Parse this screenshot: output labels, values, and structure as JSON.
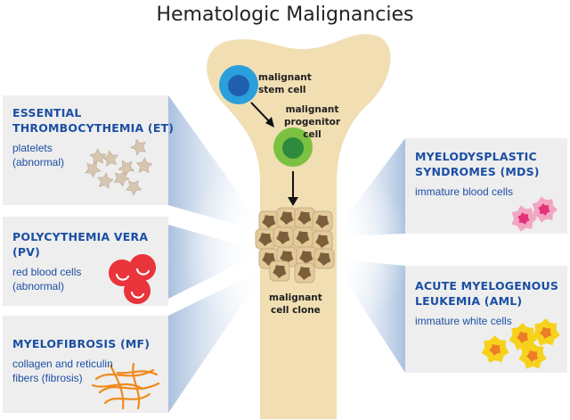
{
  "title": "Hematologic Malignancies",
  "bone_labels": {
    "stem_cell": "malignant\nstem cell",
    "progenitor_cell": "malignant\nprogenitor\ncell",
    "cell_clone": "malignant\ncell clone"
  },
  "panels": {
    "et": {
      "title": "ESSENTIAL\nTHROMBOCYTHEMIA (ET)",
      "desc": "platelets\n(abnormal)",
      "icon": "platelets-icon"
    },
    "pv": {
      "title": "POLYCYTHEMIA VERA\n(PV)",
      "desc": "red blood cells\n(abnormal)",
      "icon": "red-blood-cells-icon"
    },
    "mf": {
      "title": "MYELOFIBROSIS (MF)",
      "desc": "collagen and reticulin\nfibers (fibrosis)",
      "icon": "fibers-icon"
    },
    "mds": {
      "title": "MYELODYSPLASTIC\nSYNDROMES (MDS)",
      "desc": "immature blood cells",
      "icon": "immature-blood-cells-icon"
    },
    "aml": {
      "title": "ACUTE MYELOGENOUS\nLEUKEMIA (AML)",
      "desc": "immature white cells",
      "icon": "immature-white-cells-icon"
    }
  },
  "colors": {
    "title_text": "#1b4fa3",
    "panel_bg": "#eeeeee",
    "bone": "#f1dfb3",
    "ray": "#b9cde4",
    "stem_outer": "#2a9fdb",
    "stem_inner": "#1f5fae",
    "progenitor_outer": "#7cc242",
    "progenitor_inner": "#2e8a3e",
    "clone": "#b59c78",
    "platelet": "#d7c6b0",
    "rbc": "#e8343a",
    "fiber": "#f08a1d",
    "mds_cell": "#f2a6c1",
    "mds_nucleus": "#e3337a",
    "aml_cell": "#f7d21c",
    "aml_nucleus": "#ee7d27"
  }
}
